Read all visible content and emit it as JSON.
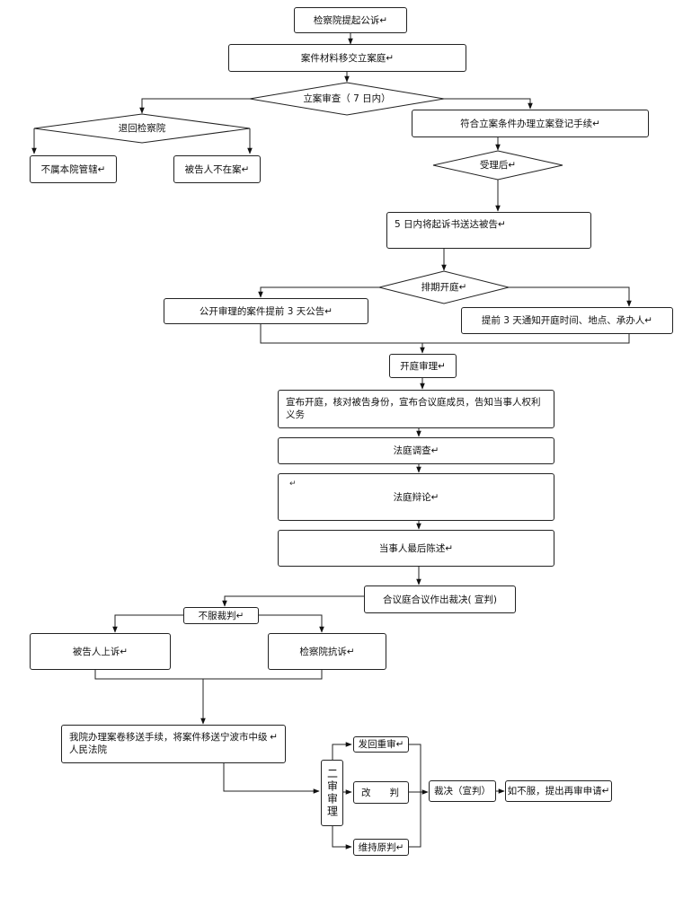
{
  "nodes": {
    "start": "检察院提起公诉",
    "transfer": "案件材料移交立案庭",
    "review": "立案审查（ 7 日内）",
    "return": "退回检察院",
    "not_jurisdiction": "不属本院管辖",
    "absent": "被告人不在案",
    "register": "符合立案条件办理立案登记手续",
    "accepted": "受理后",
    "serve": "5 日内将起诉书送达被告",
    "schedule": "排期开庭",
    "announce": "公开审理的案件提前 3 天公告",
    "notify": "提前 3 天通知开庭时间、地点、承办人",
    "hearing": "开庭审理",
    "opening": "宣布开庭，核对被告身份，宣布合议庭成员，告知当事人权利义务",
    "investigation": "法庭调查",
    "debate": "法庭辩论",
    "final_statement": "当事人最后陈述",
    "verdict": "合议庭合议作出裁决( 宣判)",
    "dissatisfied": "不服裁判",
    "appeal": "被告人上诉",
    "protest": "检察院抗诉",
    "transmit": "我院办理案卷移送手续，将案件移送宁波市中级人民法院",
    "second_trial": "二审审理",
    "remand": "发回重审",
    "revise": "改　　判",
    "uphold": "维持原判",
    "ruling": "裁决（宣判）",
    "retrial": "如不服，提出再审申请"
  },
  "para_mark": "↵"
}
